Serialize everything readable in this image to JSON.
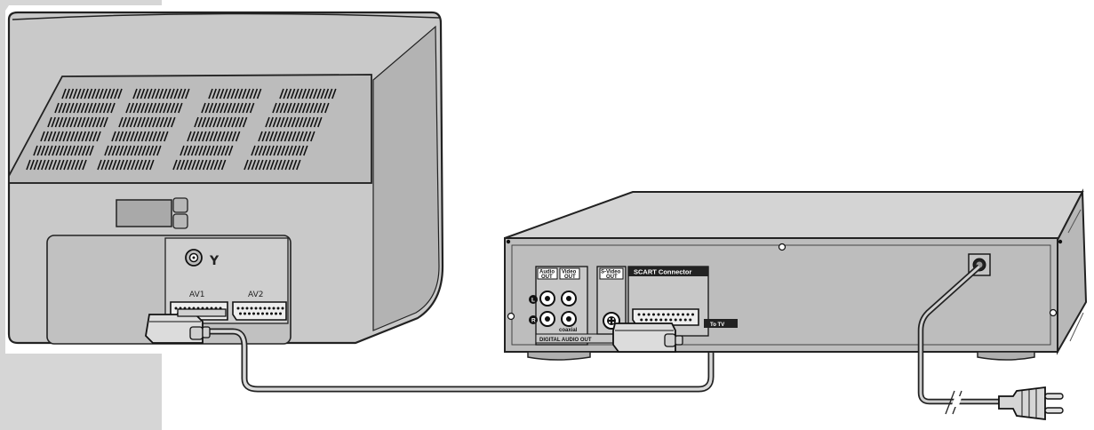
{
  "tv": {
    "antenna_symbol": "Y",
    "av1_label": "AV1",
    "av2_label": "AV2"
  },
  "dvd": {
    "audio_out_line1": "Audio",
    "audio_out_line2": "OUT",
    "video_out_line1": "Video",
    "video_out_line2": "OUT",
    "svideo_out_line1": "S-Video",
    "svideo_out_line2": "OUT",
    "scart_connector_label": "SCART Connector",
    "to_tv_label": "To TV",
    "coaxial_label": "coaxial",
    "digital_audio_out_label": "DIGITAL AUDIO OUT",
    "left_channel": "L",
    "right_channel": "R"
  },
  "icons": [
    "antenna-icon",
    "scart-socket-icon",
    "rca-jack-icon",
    "svideo-jack-icon",
    "power-plug-icon",
    "screw-icon"
  ],
  "colors": {
    "tv_body": "#c9c9c9",
    "tv_shadow": "#a6a6a6",
    "dvd_panel": "#bdbdbd",
    "dvd_top": "#d4d4d4",
    "outline": "#222222",
    "background_accent": "#d6d6d6"
  }
}
